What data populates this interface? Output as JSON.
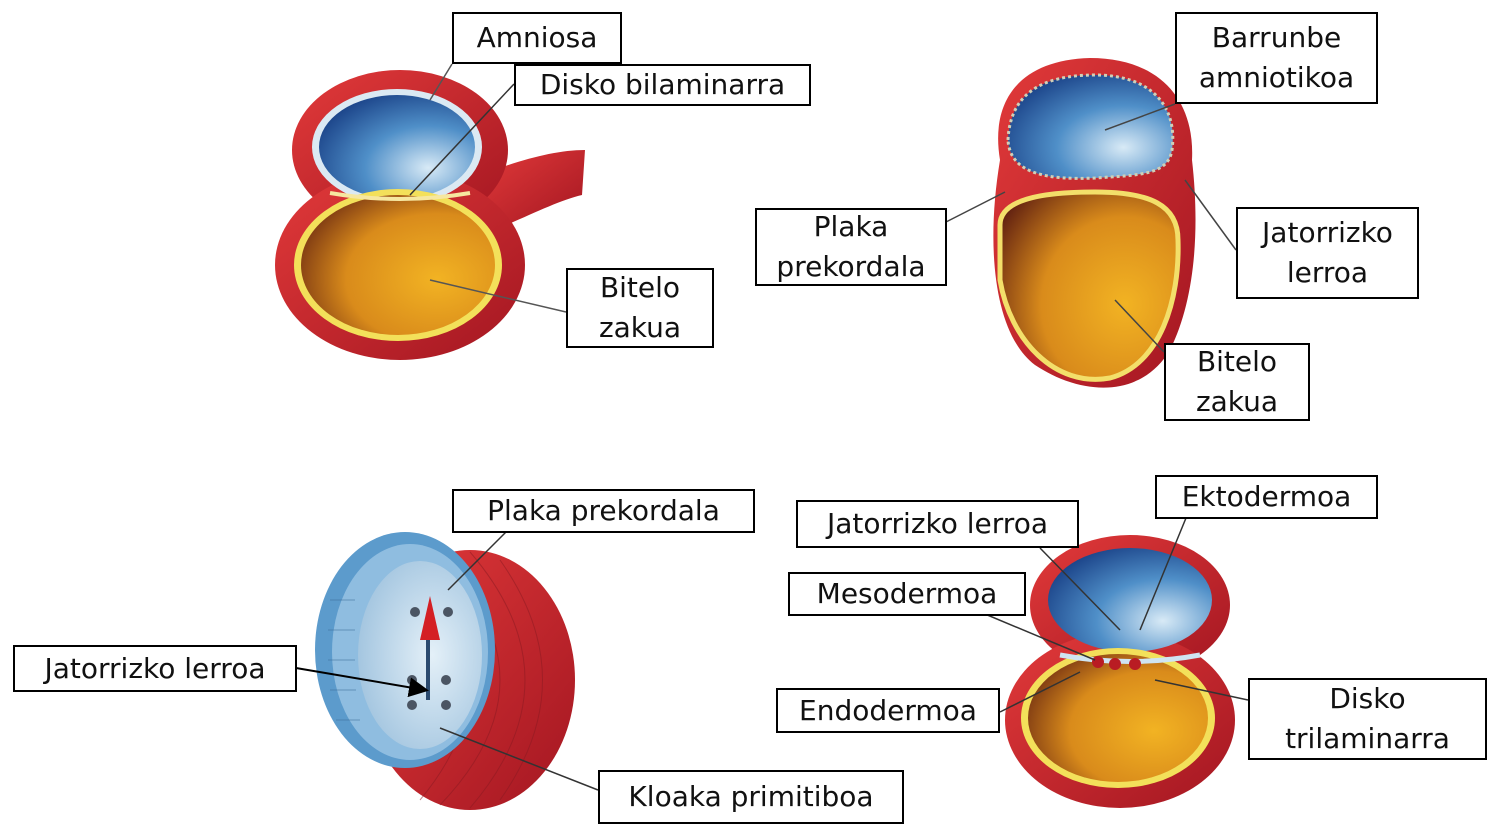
{
  "colors": {
    "membrane_red": "#c0262e",
    "amniotic_blue": "#2a6fb4",
    "yolk_yellow": "#e3a21a",
    "label_border": "#000000"
  },
  "panels": [
    {
      "id": "top-left",
      "labels": {
        "amniosa": "Amniosa",
        "disko_bilaminarra": "Disko bilaminarra",
        "bitelo_zakua_1": "Bitelo",
        "bitelo_zakua_2": "zakua"
      }
    },
    {
      "id": "top-right",
      "labels": {
        "barrunbe_1": "Barrunbe",
        "barrunbe_2": "amniotikoa",
        "plaka_1": "Plaka",
        "plaka_2": "prekordala",
        "jatorrizko_1": "Jatorrizko",
        "jatorrizko_2": "lerroa",
        "bitelo_1": "Bitelo",
        "bitelo_2": "zakua"
      }
    },
    {
      "id": "bottom-left",
      "labels": {
        "plaka_prekordala": "Plaka prekordala",
        "jatorrizko_lerroa": "Jatorrizko lerroa",
        "kloaka_primitiboa": "Kloaka primitiboa"
      }
    },
    {
      "id": "bottom-right",
      "labels": {
        "ektodermoa": "Ektodermoa",
        "jatorrizko_lerroa": "Jatorrizko lerroa",
        "mesodermoa": "Mesodermoa",
        "endodermoa": "Endodermoa",
        "disko_1": "Disko",
        "disko_2": "trilaminarra"
      }
    }
  ]
}
